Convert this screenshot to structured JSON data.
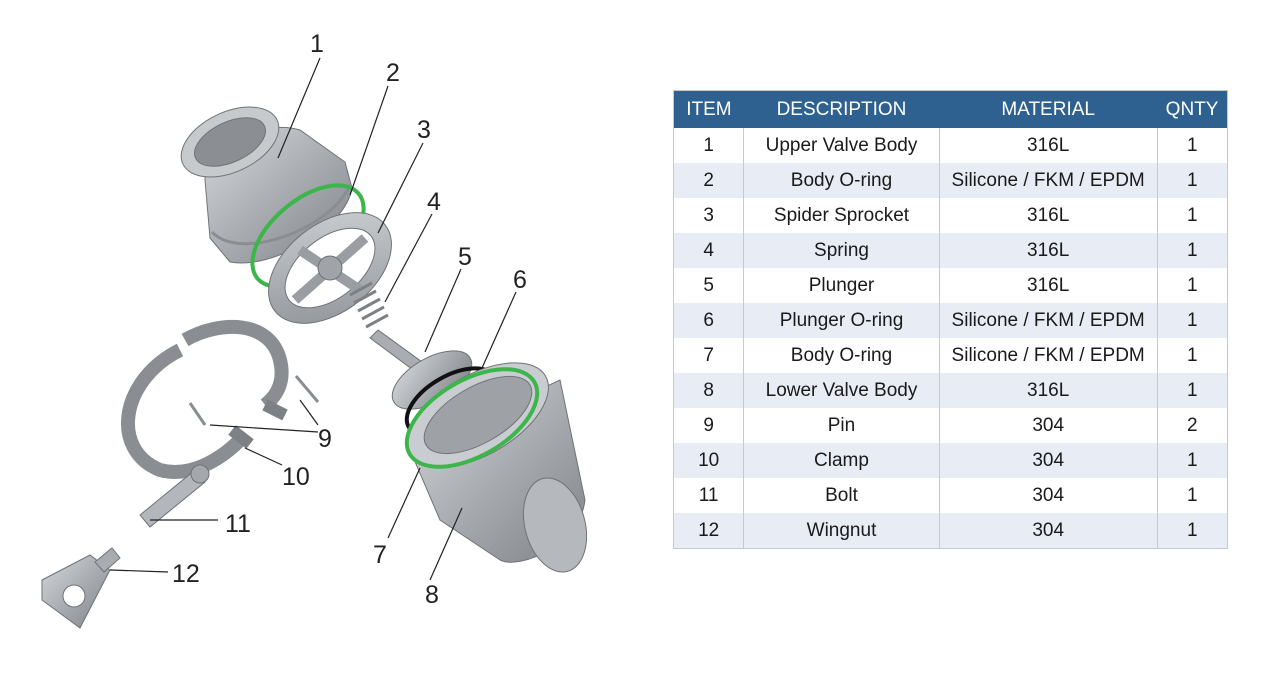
{
  "diagram": {
    "callouts": [
      "1",
      "2",
      "3",
      "4",
      "5",
      "6",
      "7",
      "8",
      "9",
      "10",
      "11",
      "12"
    ],
    "colors": {
      "metal": "#b9bcc0",
      "metal_dark": "#8a8e93",
      "oring_green": "#3cb54a",
      "oring_black": "#111111",
      "table_header": "#2e6190",
      "row_stripe": "#e8ecf4"
    }
  },
  "table": {
    "headers": {
      "item": "ITEM",
      "description": "DESCRIPTION",
      "material": "MATERIAL",
      "qnty": "QNTY"
    },
    "rows": [
      {
        "item": "1",
        "description": "Upper Valve Body",
        "material": "316L",
        "qnty": "1"
      },
      {
        "item": "2",
        "description": "Body O-ring",
        "material": "Silicone / FKM / EPDM",
        "qnty": "1"
      },
      {
        "item": "3",
        "description": "Spider Sprocket",
        "material": "316L",
        "qnty": "1"
      },
      {
        "item": "4",
        "description": "Spring",
        "material": "316L",
        "qnty": "1"
      },
      {
        "item": "5",
        "description": "Plunger",
        "material": "316L",
        "qnty": "1"
      },
      {
        "item": "6",
        "description": "Plunger O-ring",
        "material": "Silicone / FKM / EPDM",
        "qnty": "1"
      },
      {
        "item": "7",
        "description": "Body O-ring",
        "material": "Silicone / FKM / EPDM",
        "qnty": "1"
      },
      {
        "item": "8",
        "description": "Lower Valve Body",
        "material": "316L",
        "qnty": "1"
      },
      {
        "item": "9",
        "description": "Pin",
        "material": "304",
        "qnty": "2"
      },
      {
        "item": "10",
        "description": "Clamp",
        "material": "304",
        "qnty": "1"
      },
      {
        "item": "11",
        "description": "Bolt",
        "material": "304",
        "qnty": "1"
      },
      {
        "item": "12",
        "description": "Wingnut",
        "material": "304",
        "qnty": "1"
      }
    ]
  }
}
